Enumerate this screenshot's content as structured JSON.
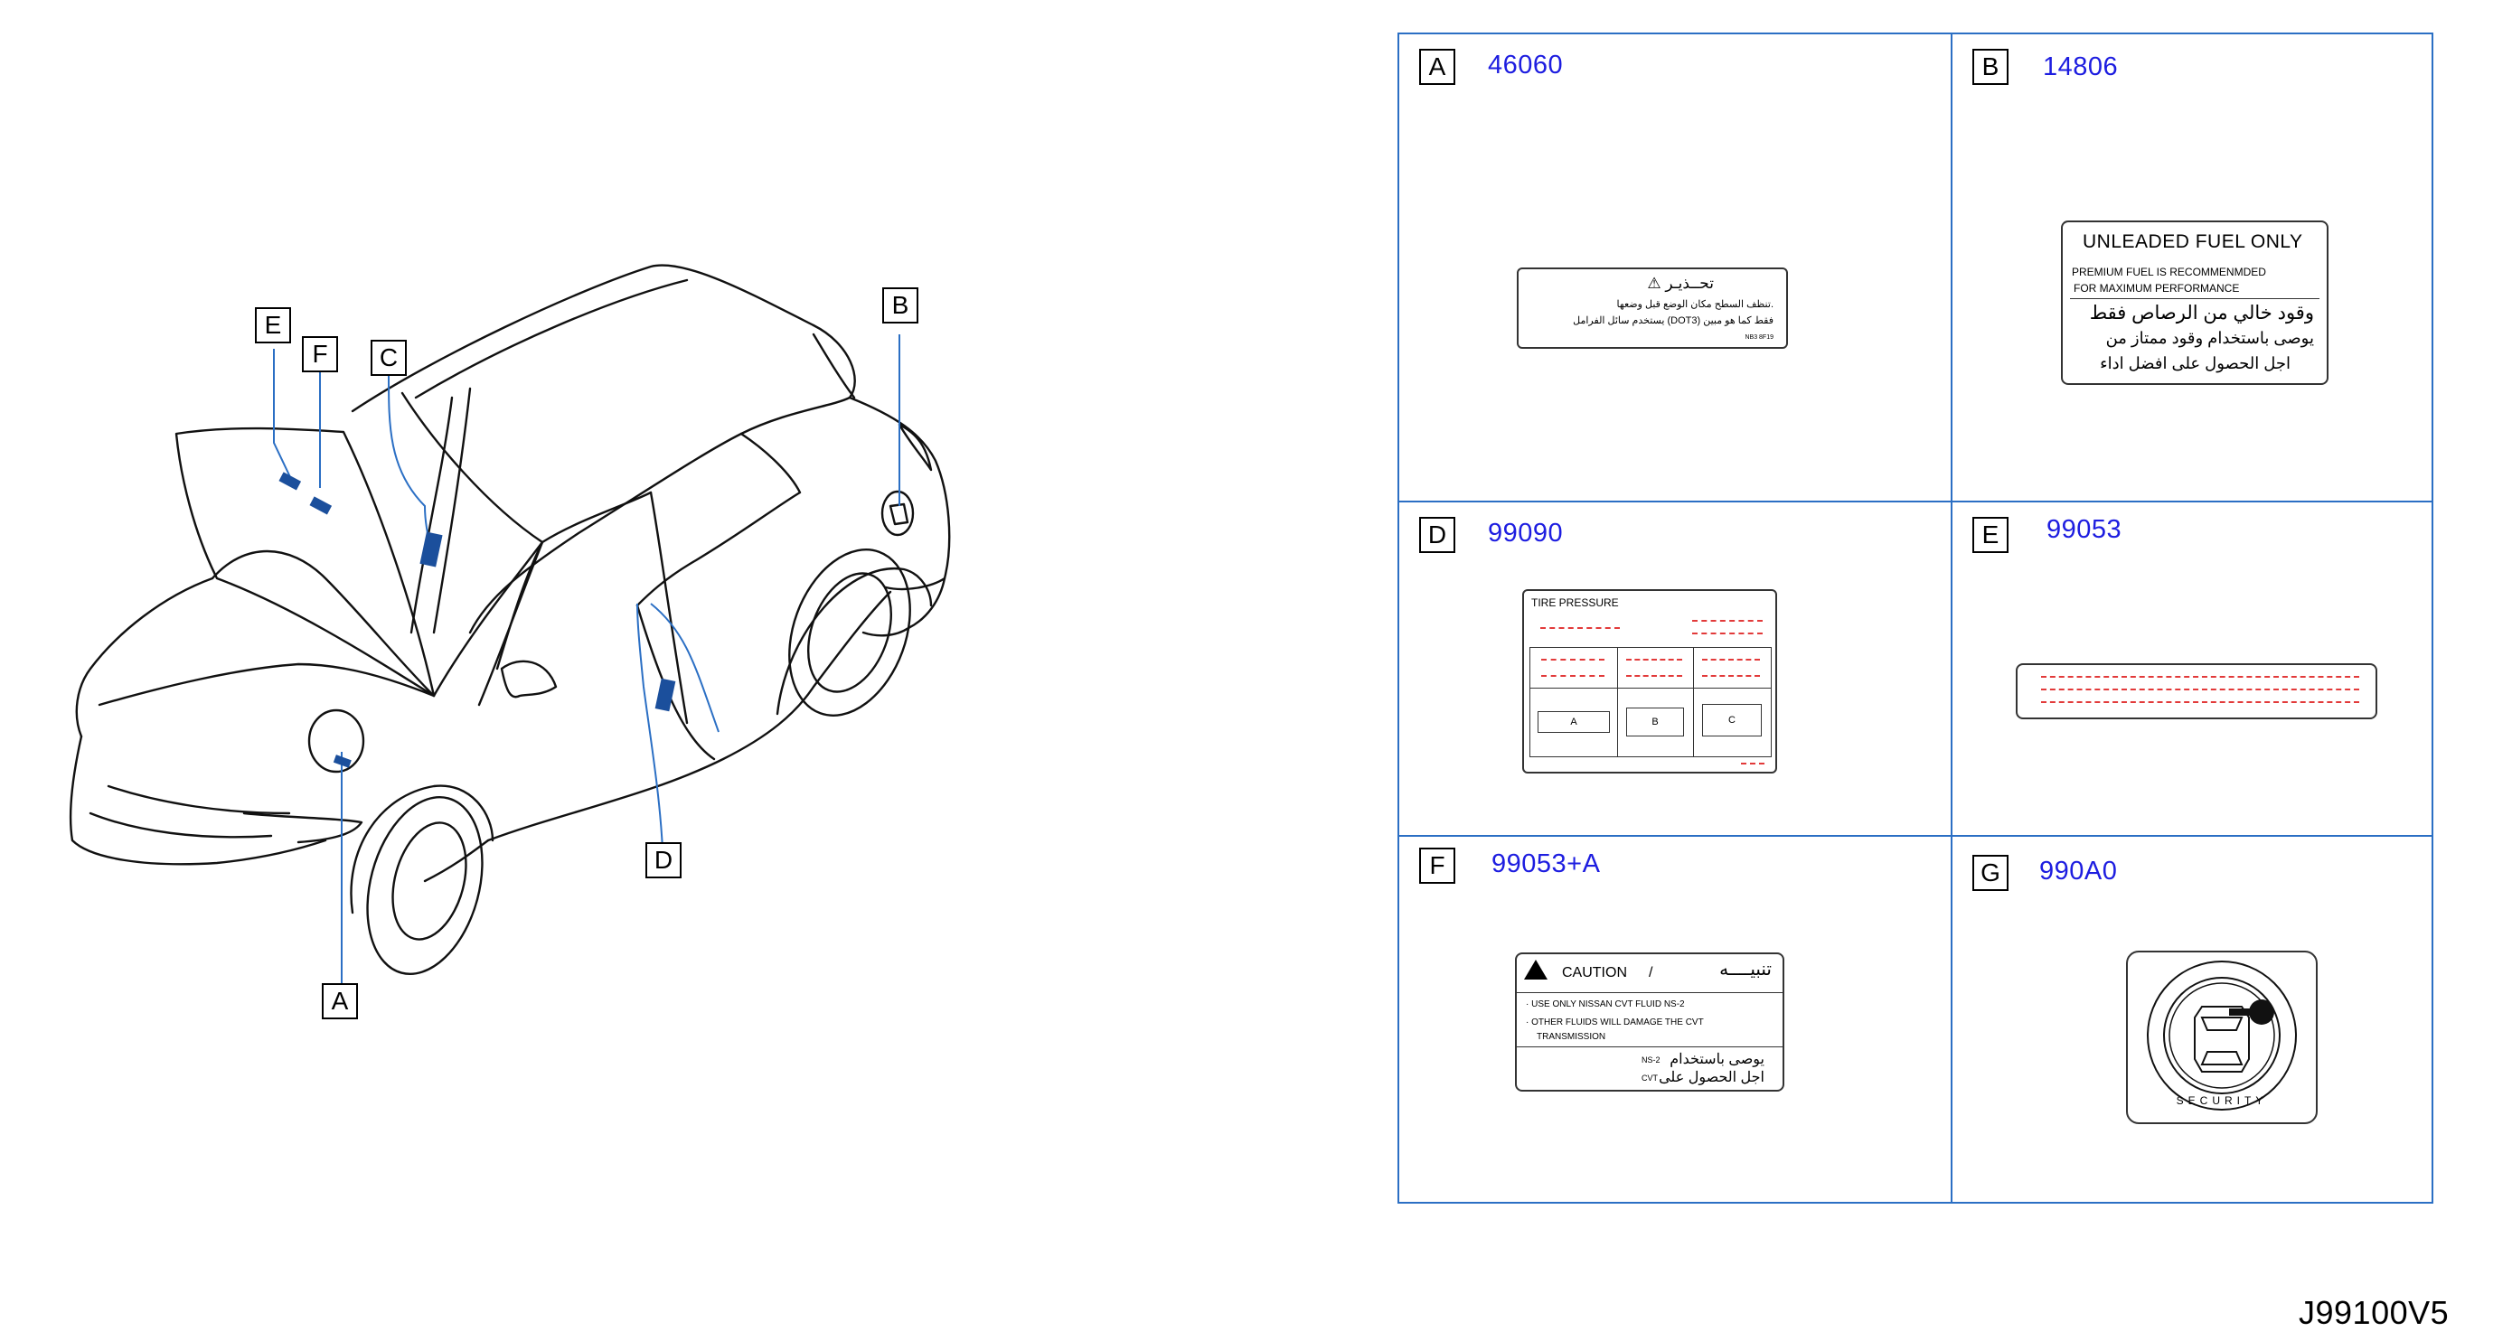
{
  "callouts": [
    "A",
    "B",
    "C",
    "D",
    "E",
    "F"
  ],
  "cells": {
    "a": {
      "letter": "A",
      "part": "46060",
      "label": {
        "title": "⚠ تحــذيـر",
        "line1": "تنظف السطح مكان الوضع قبل وضعها.",
        "line2": "يستخدم سائل الفرامل (DOT3) فقط كما هو مبين",
        "small": "NB3   8F19"
      }
    },
    "b": {
      "letter": "B",
      "part": "14806",
      "label": {
        "title": "UNLEADED  FUEL  ONLY",
        "line1": "PREMIUM     FUEL     IS     RECOMMENMDED",
        "line2": "FOR    MAXIMUM     PERFORMANCE",
        "ar1": "وقود خالي من الرصاص فقط",
        "ar2": "يوصى باستخدام وقود ممتاز من",
        "ar3": "اجل الحصول على افضل اداء"
      }
    },
    "d": {
      "letter": "D",
      "part": "99090",
      "label": {
        "title": "TIRE      PRESSURE",
        "col_a": "A",
        "col_b": "B",
        "col_c": "C"
      }
    },
    "e": {
      "letter": "E",
      "part": "99053"
    },
    "f": {
      "letter": "F",
      "part": "99053+A",
      "label": {
        "caution": "CAUTION",
        "slash": "/",
        "ar_title": "تنبيــــه",
        "line1": "· USE     ONLY     NISSAN     CVT     FLUID     NS-2",
        "line2": "· OTHER     FLUIDS     WILL     DAMAGE     THE     CVT",
        "line3": "TRANSMISSION",
        "ar1": "يوصى باستخدام",
        "ar1_code": "NS-2",
        "ar2": "اجل الحصول على",
        "ar2_code": "CVT"
      }
    },
    "g": {
      "letter": "G",
      "part": "990A0",
      "label": {
        "ring_text": "SECURITY"
      }
    }
  },
  "doc_code": "J99100V5",
  "colors": {
    "grid": "#2b6fc4",
    "part_number": "#1d1de0",
    "leader": "#2b6fc4",
    "marker": "#1b4f9c",
    "red_dash": "#e23a3a"
  }
}
